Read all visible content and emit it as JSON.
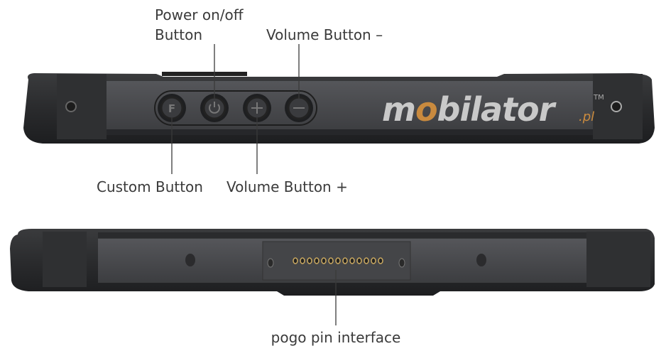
{
  "labels": {
    "power_line1": "Power on/off",
    "power_line2": "Button",
    "volume_minus": "Volume Button –",
    "custom": "Custom Button",
    "volume_plus": "Volume Button +",
    "pogo": "pogo pin interface"
  },
  "buttons": {
    "custom_glyph": "F"
  },
  "logo": {
    "text_main": "mobilator",
    "text_suffix": ".pl",
    "trademark": "™"
  },
  "colors": {
    "body": "#2b2c2e",
    "panel": "#4a4b4d",
    "logo_gray": "#c9c9c9",
    "logo_orange": "#c98a3e",
    "pins": "#c9a860"
  },
  "pogo_pin_count": 13
}
